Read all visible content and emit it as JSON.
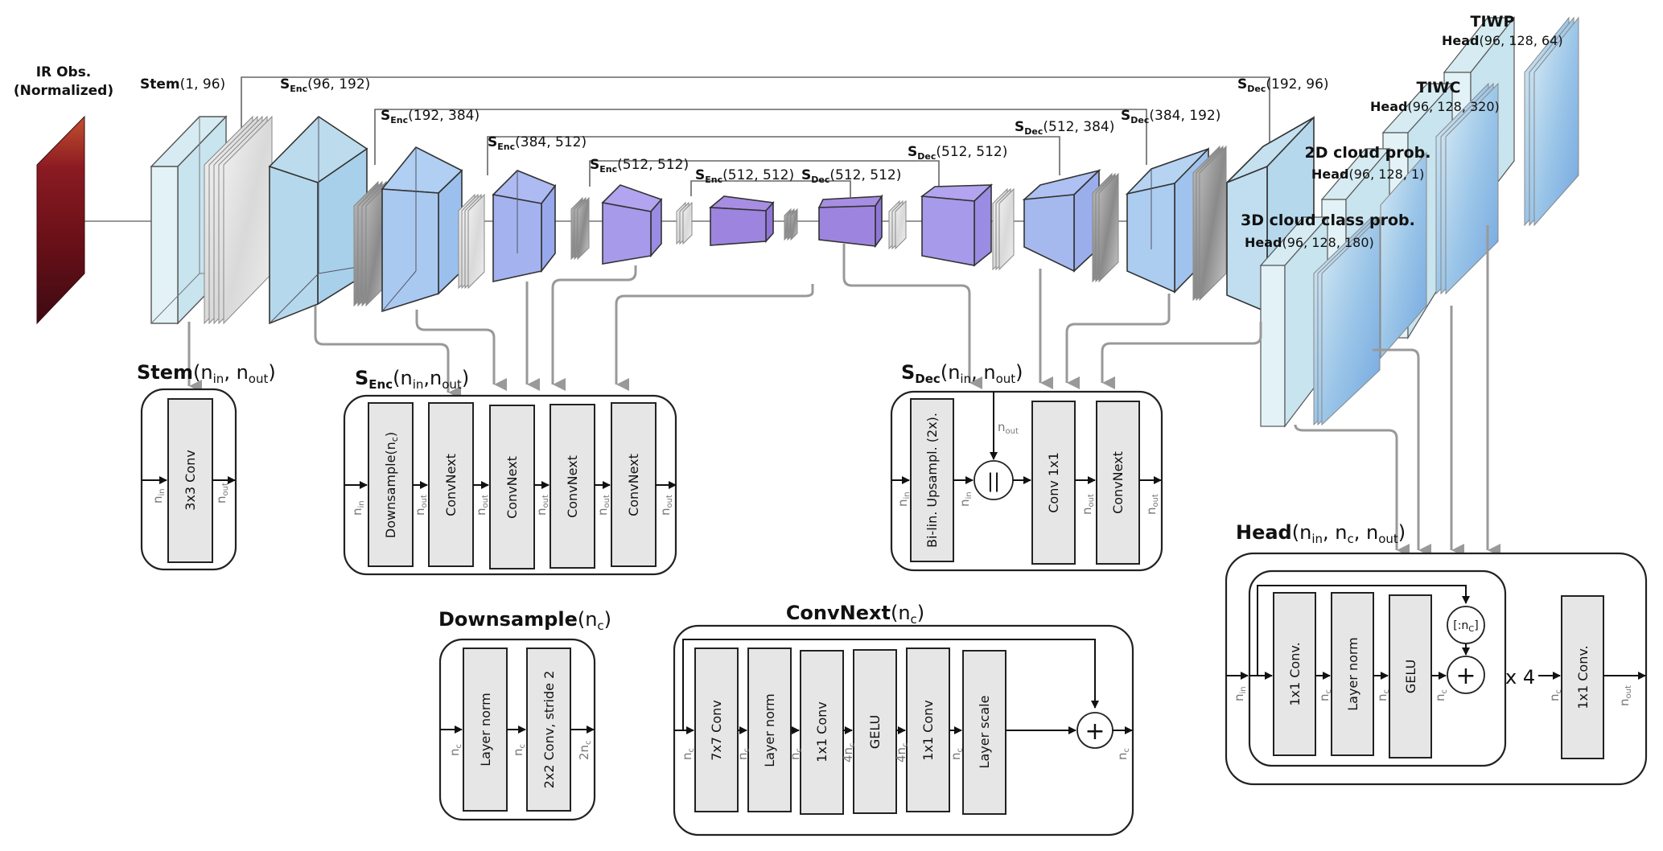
{
  "title": "U-Net style ConvNext encoder-decoder for cloud retrieval from IR observations",
  "input": {
    "label_line1": "IR Obs.",
    "label_line2": "(Normalized)"
  },
  "stages": {
    "stem": {
      "name": "Stem",
      "args": "(1, 96)"
    },
    "enc1": {
      "name": "S",
      "sub": "Enc",
      "args": "(96, 192)"
    },
    "enc2": {
      "name": "S",
      "sub": "Enc",
      "args": "(192, 384)"
    },
    "enc3": {
      "name": "S",
      "sub": "Enc",
      "args": "(384, 512)"
    },
    "enc4": {
      "name": "S",
      "sub": "Enc",
      "args": "(512, 512)"
    },
    "enc5": {
      "name": "S",
      "sub": "Enc",
      "args": "(512, 512)"
    },
    "dec1": {
      "name": "S",
      "sub": "Dec",
      "args": "(512, 512)"
    },
    "dec2": {
      "name": "S",
      "sub": "Dec",
      "args": "(512, 512)"
    },
    "dec3": {
      "name": "S",
      "sub": "Dec",
      "args": "(512, 384)"
    },
    "dec4": {
      "name": "S",
      "sub": "Dec",
      "args": "(384, 192)"
    },
    "dec5": {
      "name": "S",
      "sub": "Dec",
      "args": "(192, 96)"
    }
  },
  "outputs": [
    {
      "title": "TIWP",
      "head": "Head",
      "args": "(96, 128, 64)"
    },
    {
      "title": "TIWC",
      "head": "Head",
      "args": "(96, 128, 320)"
    },
    {
      "title": "2D cloud prob.",
      "head": "Head",
      "args": "(96, 128, 1)"
    },
    {
      "title": "3D cloud class prob.",
      "head": "Head",
      "args": "(96, 128, 180)"
    }
  ],
  "panels": {
    "stem": {
      "title": "Stem",
      "args_open": "(n",
      "in_sub": "in",
      "sep": ", n",
      "out_sub": "out",
      "close": ")",
      "blocks": [
        "3x3 Conv"
      ],
      "edge_labels": [
        {
          "n": "n",
          "sub": "in"
        },
        {
          "n": "n",
          "sub": "out"
        }
      ]
    },
    "enc": {
      "title": "S",
      "title_sub": "Enc",
      "args_open": "(n",
      "in_sub": "in",
      "sep": ",n",
      "out_sub": "out",
      "close": ")",
      "blocks": [
        "Downsample(n",
        "ConvNext",
        "ConvNext",
        "ConvNext",
        "ConvNext"
      ],
      "downsample_sub": "c",
      "edge_labels": [
        {
          "n": "n",
          "sub": "in"
        },
        {
          "n": "n",
          "sub": "out"
        },
        {
          "n": "n",
          "sub": "out"
        },
        {
          "n": "n",
          "sub": "out"
        },
        {
          "n": "n",
          "sub": "out"
        },
        {
          "n": "n",
          "sub": "out"
        }
      ]
    },
    "dec": {
      "title": "S",
      "title_sub": "Dec",
      "args_open": "(n",
      "in_sub": "in",
      "sep": ", n",
      "out_sub": "out",
      "close": ")",
      "blocks": [
        "Bi-lin. Upsampl. (2x).",
        "Conv 1x1",
        "ConvNext"
      ],
      "concat_symbol": "||",
      "skip_label": {
        "n": "n",
        "sub": "out"
      },
      "edge_labels": [
        {
          "n": "n",
          "sub": "in"
        },
        {
          "n": "n",
          "sub": "in"
        },
        {
          "n": "n",
          "sub": "out"
        },
        {
          "n": "n",
          "sub": "out"
        }
      ]
    },
    "head": {
      "title": "Head",
      "args_open": "(n",
      "in_sub": "in",
      "sep1": ", n",
      "c_sub": "c",
      "sep2": ", n",
      "out_sub": "out",
      "close": ")",
      "blocks": [
        "1x1 Conv.",
        "Layer norm",
        "GELU"
      ],
      "final_block": "1x1 Conv.",
      "slice_label": "[:n",
      "slice_sub": "C",
      "slice_close": "]",
      "add_symbol": "+",
      "repeat": "x 4",
      "edge_labels": [
        {
          "n": "n",
          "sub": "in"
        },
        {
          "n": "n",
          "sub": "c"
        },
        {
          "n": "n",
          "sub": "c"
        },
        {
          "n": "n",
          "sub": "c"
        },
        {
          "n": "n",
          "sub": "c"
        },
        {
          "n": "n",
          "sub": "out"
        }
      ]
    },
    "downsample": {
      "title": "Downsample",
      "args_open": "(n",
      "c_sub": "c",
      "close": ")",
      "blocks": [
        "Layer norm",
        "2x2 Conv, stride 2"
      ],
      "edge_labels": [
        {
          "n": "n",
          "sub": "c"
        },
        {
          "n": "n",
          "sub": "c"
        },
        {
          "n": "2n",
          "sub": "c"
        }
      ]
    },
    "convnext": {
      "title": "ConvNext",
      "args_open": "(n",
      "c_sub": "c",
      "close": ")",
      "blocks": [
        "7x7 Conv",
        "Layer norm",
        "1x1 Conv",
        "GELU",
        "1x1 Conv",
        "Layer scale"
      ],
      "add_symbol": "+",
      "edge_labels": [
        {
          "n": "n",
          "sub": "c"
        },
        {
          "n": "n",
          "sub": "c"
        },
        {
          "n": "n",
          "sub": "c"
        },
        {
          "n": "4n",
          "sub": "c"
        },
        {
          "n": "4n",
          "sub": "c"
        },
        {
          "n": "n",
          "sub": "c"
        },
        {
          "n": "n",
          "sub": "c"
        }
      ]
    }
  },
  "colors": {
    "ir_dark": "#3d0a12",
    "ir_mid": "#7a1420",
    "ir_light": "#c2502e",
    "stem_block": "#cfe7ef",
    "enc1_block": "#b3d6ec",
    "enc2_block": "#a9c9f0",
    "enc3_block": "#a4b3ef",
    "enc4_block": "#a79aea",
    "enc5_block": "#9d84df",
    "output_map": "#a9cde8",
    "output_accent": "#6f5bd4",
    "block_fill": "#e6e6e6",
    "connector_gray": "#999999"
  }
}
